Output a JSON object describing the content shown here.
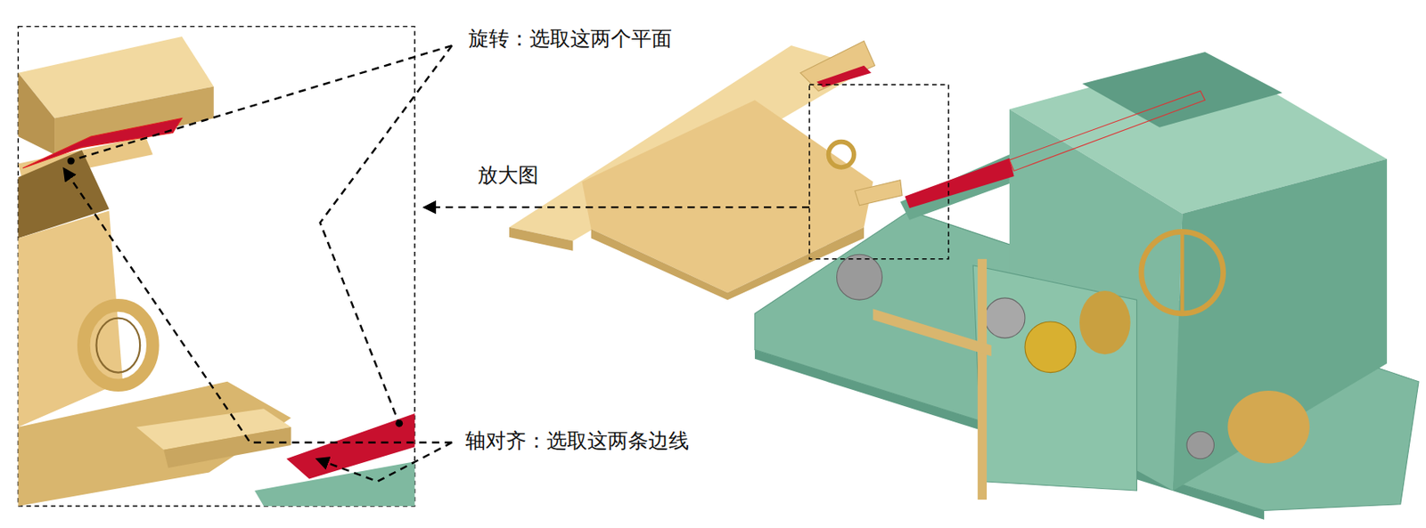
{
  "diagram": {
    "labels": [
      "旋转：选取这两个平面",
      "放大图",
      "轴对齐：选取这两条边线"
    ]
  }
}
